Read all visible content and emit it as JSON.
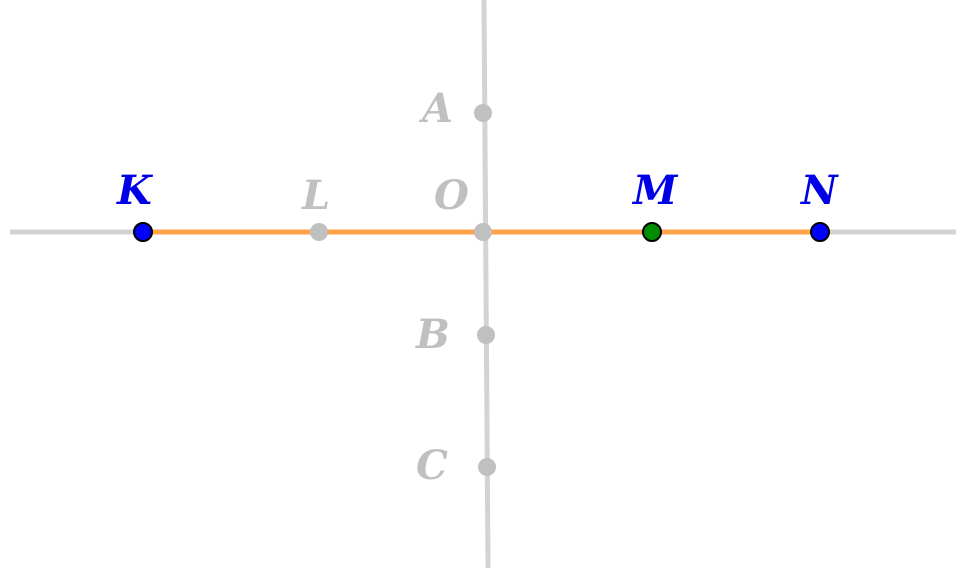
{
  "colors": {
    "axis": "#d3d3d3",
    "segment": "#ffa348",
    "gray_point": "#c0c0c0",
    "blue_point": "#0000ff",
    "green_point": "#008c00",
    "blue_label": "#0000e6",
    "gray_label": "#c0c0c0"
  },
  "points": {
    "K": {
      "label": "K"
    },
    "L": {
      "label": "L"
    },
    "O": {
      "label": "O"
    },
    "M": {
      "label": "M"
    },
    "N": {
      "label": "N"
    },
    "A": {
      "label": "A"
    },
    "B": {
      "label": "B"
    },
    "C": {
      "label": "C"
    }
  }
}
